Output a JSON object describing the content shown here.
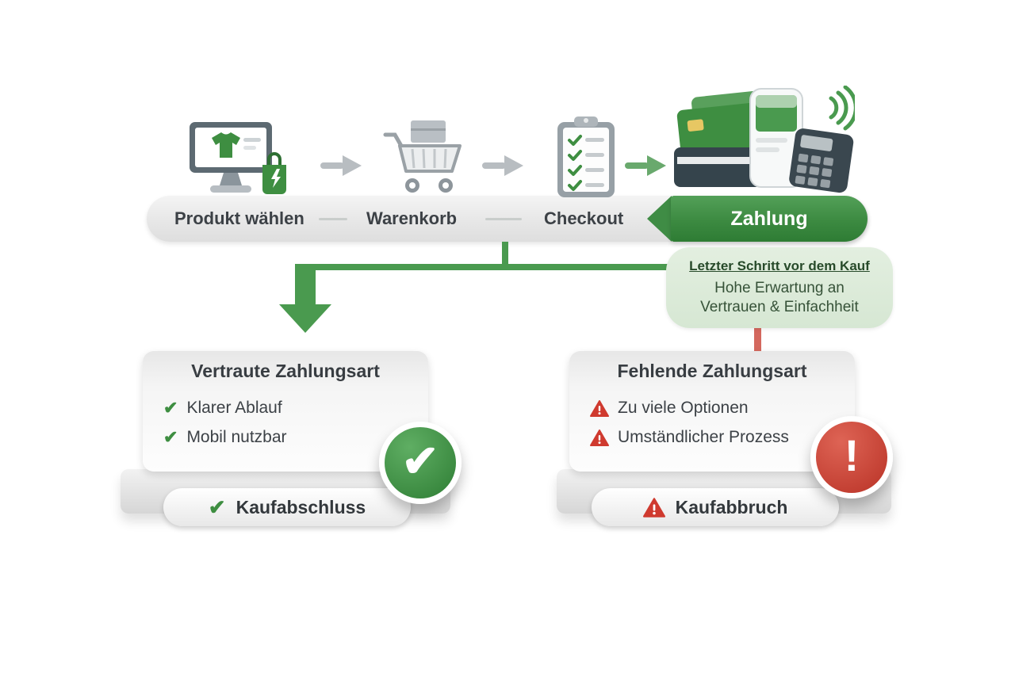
{
  "process_bar": {
    "steps": [
      {
        "label": "Produkt wählen"
      },
      {
        "label": "Warenkorb"
      },
      {
        "label": "Checkout"
      },
      {
        "label": "Zahlung"
      }
    ]
  },
  "callout": {
    "title": "Letzter Schritt vor dem Kauf",
    "line1": "Hohe Erwartung an",
    "line2": "Vertrauen & Einfachheit"
  },
  "outcome_positive": {
    "title": "Vertraute Zahlungsart",
    "items": [
      "Klarer Ablauf",
      "Mobil nutzbar"
    ],
    "result": "Kaufabschluss"
  },
  "outcome_negative": {
    "title": "Fehlende Zahlungsart",
    "items": [
      "Zu viele Optionen",
      "Umständlicher Prozess"
    ],
    "result": "Kaufabbruch"
  },
  "icons": {
    "check": "✔",
    "exclamation": "!"
  },
  "colors": {
    "green": "#3e8e41",
    "light_green_bubble": "#dcead9",
    "red": "#cf3a2f",
    "gray_arrow": "#b8bdc1",
    "bar_gray": "#ececec"
  }
}
